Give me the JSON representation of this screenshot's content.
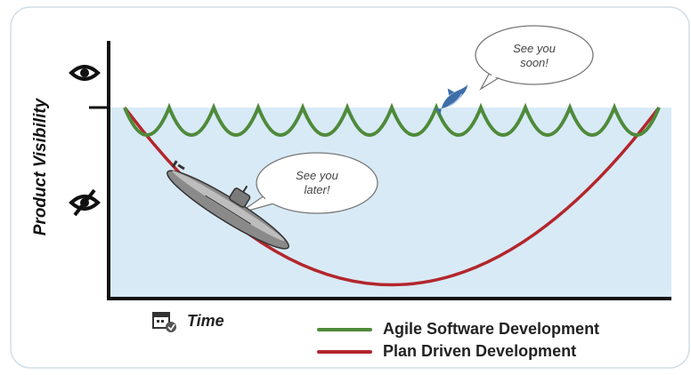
{
  "axes": {
    "y_label": "Product Visibility",
    "x_label": "Time"
  },
  "legend": [
    {
      "label": "Agile Software Development",
      "color": "#4f8a3a"
    },
    {
      "label": "Plan Driven Development",
      "color": "#b3262c"
    }
  ],
  "bubbles": {
    "dolphin": "See you soon!",
    "submarine": "See you later!"
  },
  "icons": {
    "visible": "eye-icon",
    "hidden": "eye-slash-icon",
    "time": "calendar-clock-icon"
  },
  "colors": {
    "water": "#d8eaf6",
    "agile": "#4f8a3a",
    "plan": "#b3262c",
    "axis": "#111111"
  }
}
